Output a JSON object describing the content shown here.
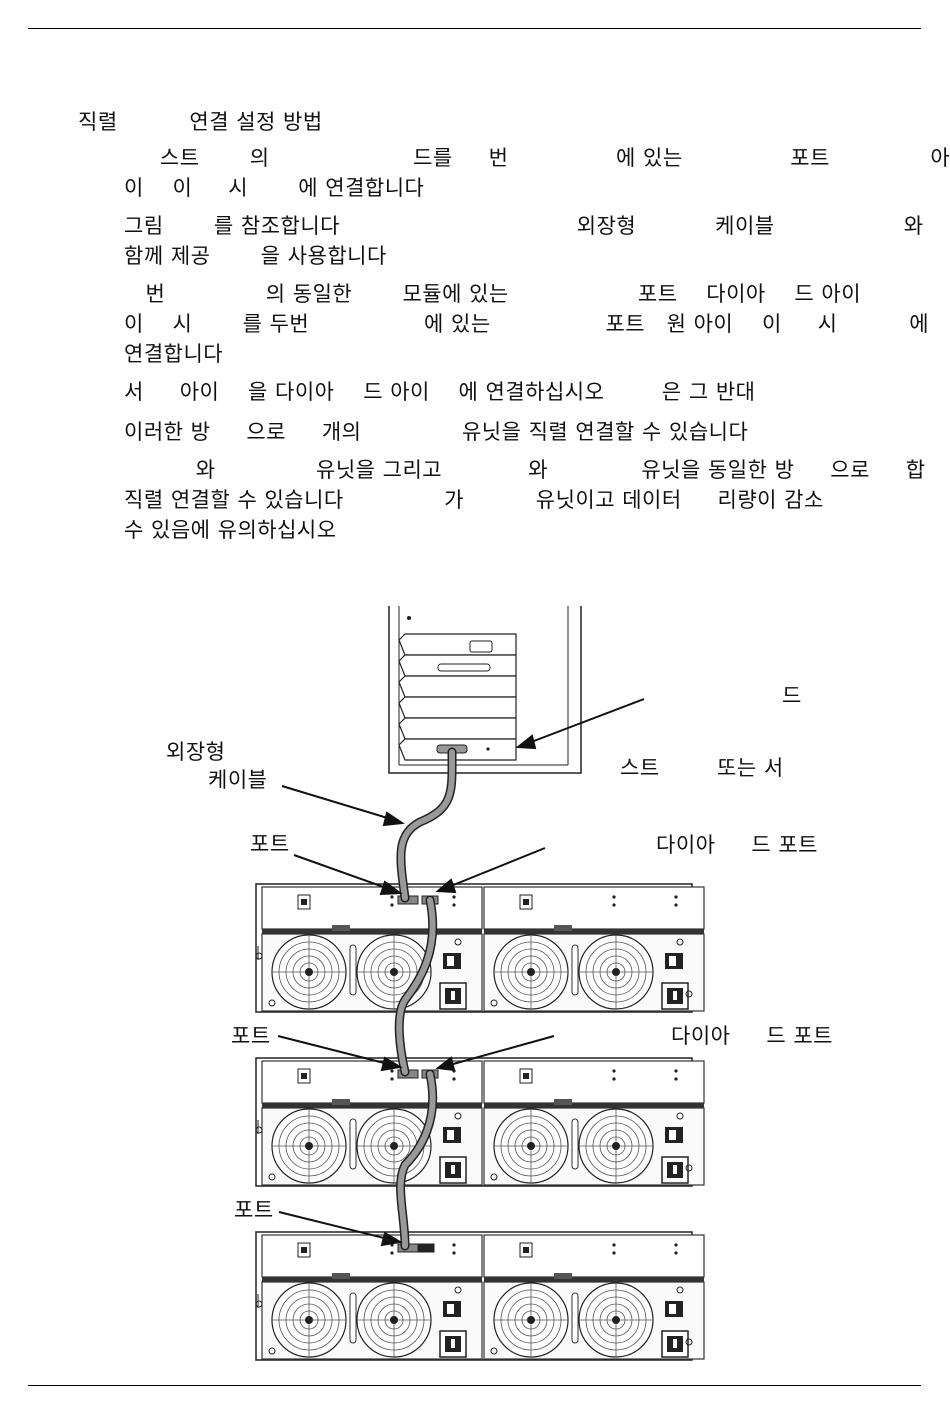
{
  "heading": "직렬          연결 설정 방법",
  "lines": [
    "     스트       의                    드를     번               에 있는               포트              아",
    "이    이     시       에 연결합니다",
    "그림       를 참조합니다                                 외장형           케이블                  와",
    "함께 제공       을 사용합니다",
    "   번              의 동일한       모듈에 있는                  포트    다이아    드 아이",
    "이    시       를 두번                에 있는                포트   원 아이    이     시          에",
    "연결합니다",
    "서     아이    을 다이아    드 아이    에 연결하십시오        은 그 반대",
    "이러한 방     으로     개의              유닛을 직렬 연결할 수 있습니다",
    "          와              유닛을 그리고            와             유닛을 동일한 방     으로     합",
    "직렬 연결할 수 있습니다              가          유닛이고 데이터     리량이 감소",
    "수 있음에 유의하십시오"
  ],
  "figure": {
    "label_hba": "드",
    "label_cable_1": "외장형",
    "label_cable_2": "케이블",
    "label_host": "스트        또는 서",
    "label_port_1": "포트",
    "label_diamond_1": "다이아     드 포트",
    "label_port_2": "포트",
    "label_diamond_2": "다이아     드 포트",
    "label_port_3": "포트"
  }
}
